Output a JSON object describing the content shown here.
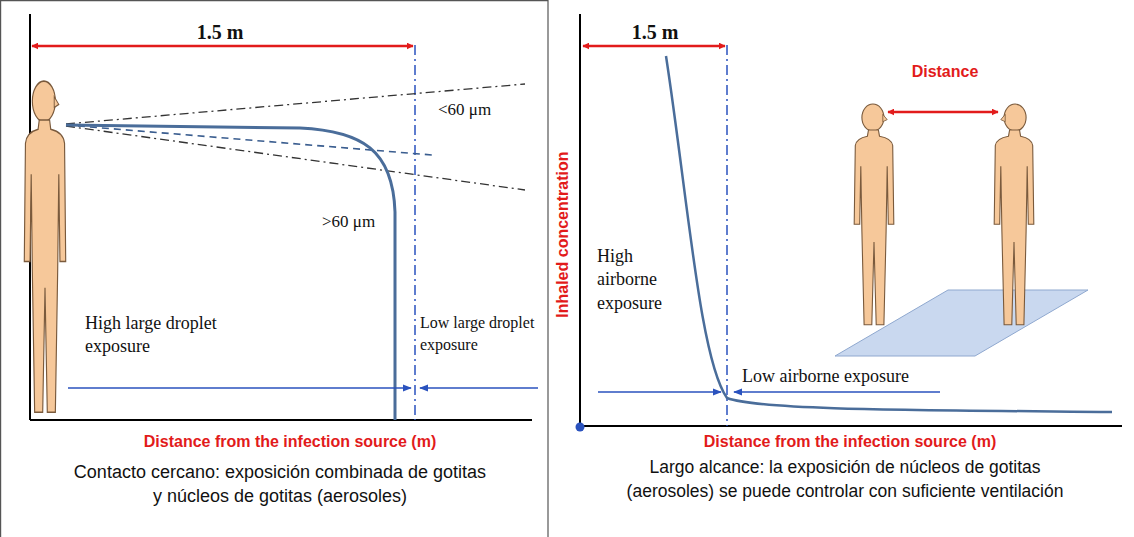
{
  "diagram": {
    "labels": [
      "1.5 m",
      "<60 μm",
      ">60 μm",
      "High large droplet exposure",
      "Low large droplet exposure",
      "Distance from the infection source (m)",
      "Contacto cercano: exposición combinada de gotitas y núcleos de gotitas (aerosoles)",
      "1.5 m",
      "Distance",
      "Inhaled concentration",
      "High airborne exposure",
      "Low airborne exposure",
      "Distance from the infection source (m)",
      "Largo alcance: la exposición de núcleos de gotitas (aerosoles) se puede controlar con suficiente ventilación"
    ]
  }
}
